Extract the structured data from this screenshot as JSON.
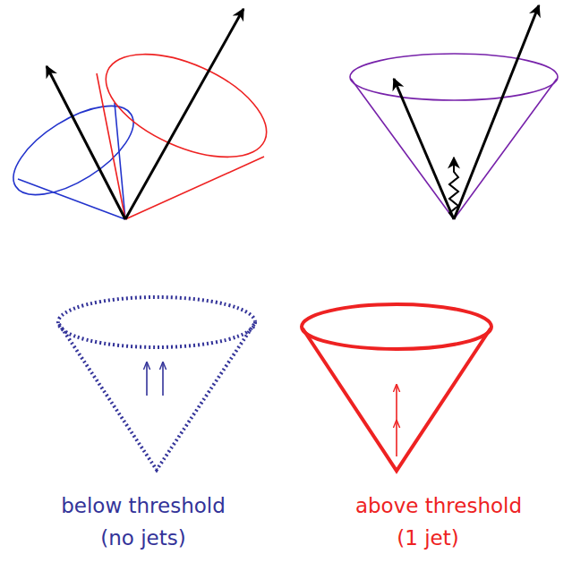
{
  "diagram": {
    "labels": [
      "below threshold",
      "(no jets)",
      "above threshold",
      "(1 jet)"
    ]
  }
}
